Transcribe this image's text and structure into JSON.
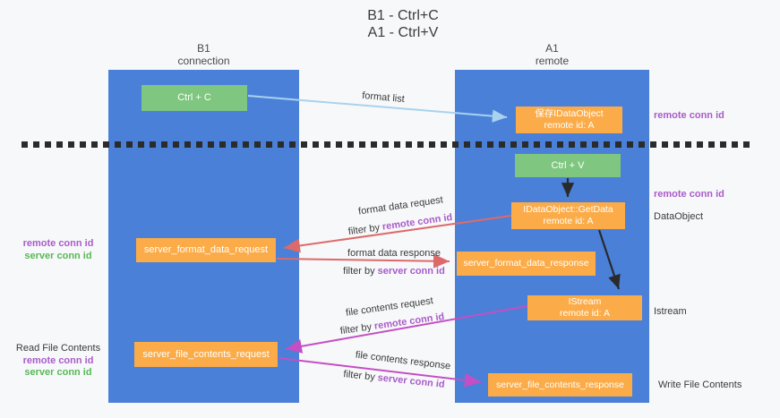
{
  "title": {
    "line1": "B1 - Ctrl+C",
    "line2": "A1 - Ctrl+V"
  },
  "columns": {
    "left": {
      "name": "B1",
      "subtitle": "connection"
    },
    "right": {
      "name": "A1",
      "subtitle": "remote"
    }
  },
  "boxes": {
    "ctrl_c": "Ctrl + C",
    "save_dataobject_line1": "保存IDataObject",
    "save_dataobject_line2": "remote id: A",
    "ctrl_v": "Ctrl + V",
    "getdata_line1": "IDataObject::GetData",
    "getdata_line2": "remote id: A",
    "format_request": "server_format_data_request",
    "format_response": "server_format_data_response",
    "istream_line1": "IStream",
    "istream_line2": "remote id: A",
    "file_request": "server_file_contents_request",
    "file_response": "server_file_contents_response"
  },
  "side_labels": {
    "remote_conn_id_top": "remote conn id",
    "remote_conn_id_mid": "remote conn id",
    "dataobject": "DataObject",
    "istream": "Istream",
    "write_file_contents": "Write File Contents",
    "read_file_contents": "Read File Contents",
    "left_remote_conn_id": "remote conn id",
    "left_server_conn_id": "server conn id",
    "read_remote_conn_id": "remote conn id",
    "read_server_conn_id": "server conn id"
  },
  "arrow_labels": {
    "format_list": "format list",
    "format_data_request": "format data request",
    "format_data_response": "format data response",
    "file_contents_request": "file contents request",
    "file_contents_response": "file contents response",
    "filter_by": "filter by",
    "remote_conn_id": "remote conn id",
    "server_conn_id": "server conn id"
  },
  "colors": {
    "column_blue": "#4a80d8",
    "box_green": "#7fc681",
    "box_orange": "#fbac49",
    "purple_text": "#a95cc9",
    "green_text": "#57b957",
    "arrow_red": "#dd6a6a",
    "arrow_magenta": "#c44fc4",
    "arrow_blue": "#a9d2ee",
    "arrow_black": "#2a2a2a"
  }
}
